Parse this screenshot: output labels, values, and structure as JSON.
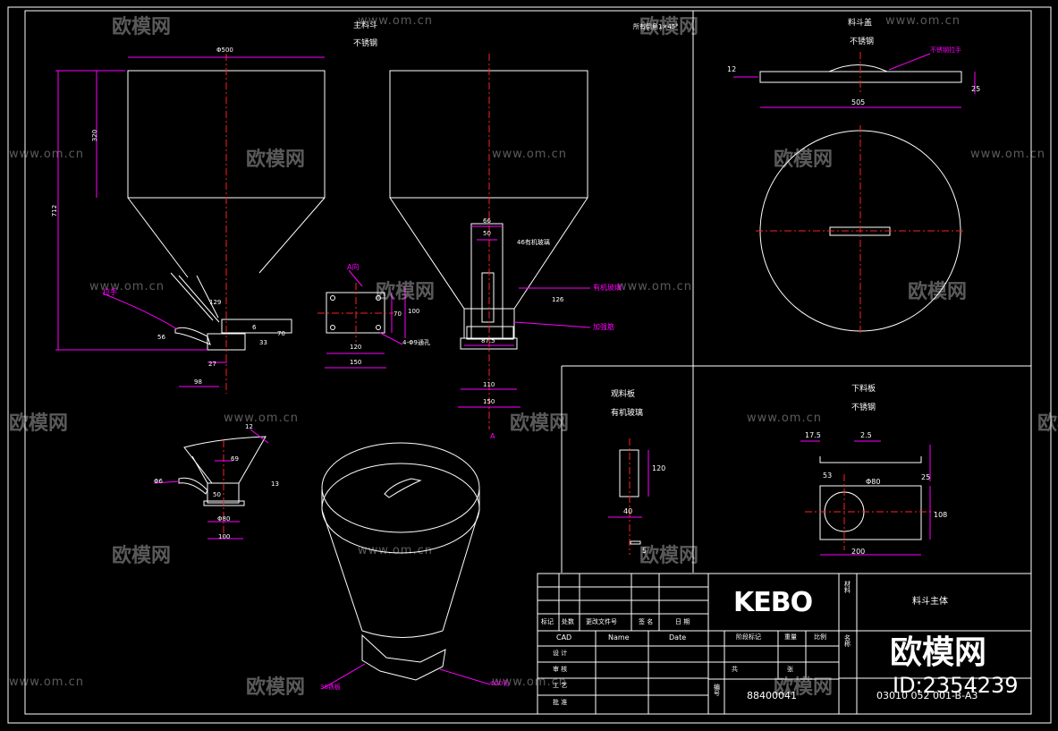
{
  "drawing": {
    "main_view": {
      "title": "主料斗",
      "material": "不锈钢",
      "dim_top": "Φ500",
      "dim_height_upper": "320",
      "dim_total_height": "712",
      "dim_129": "129",
      "dim_6": "6",
      "dim_70": "70",
      "dim_33": "33",
      "dim_56": "56",
      "dim_27": "27",
      "dim_98": "98",
      "handle_label": "拉手",
      "chamfer_note": "所有倒角1×45°"
    },
    "side_view": {
      "dim_66": "66",
      "dim_50": "50",
      "note_46": "46有机玻璃",
      "note_glass": "有机玻璃",
      "note_weld": "加强筋",
      "dim_126": "126",
      "dim_875": "87.5",
      "dim_110": "110",
      "dim_150": "150",
      "section_a": "A"
    },
    "view_a": {
      "title": "A向",
      "dim_120": "120",
      "dim_150": "150",
      "dim_70": "70",
      "dim_100": "100",
      "hole_note": "4-Φ9通孔"
    },
    "funnel_detail": {
      "dim_12": "12",
      "dim_69": "69",
      "dim_6": "Φ6",
      "dim_50": "50",
      "dim_13": "13",
      "dim_80": "Φ80",
      "dim_100": "100"
    },
    "lid": {
      "title": "料斗盖",
      "material": "不锈钢",
      "dim_12": "12",
      "handle_note": "不锈钢拉手",
      "dim_25": "25",
      "dim_505": "505"
    },
    "sight_plate": {
      "title": "观料板",
      "material": "有机玻璃",
      "dim_120": "120",
      "dim_40": "40",
      "dim_5": "5"
    },
    "bottom_plate": {
      "title": "下料板",
      "material": "不锈钢",
      "dim_175": "17.5",
      "dim_25a": "2.5",
      "dim_25b": "25",
      "dim_53": "53",
      "dim_80": "Φ80",
      "dim_108": "108",
      "dim_200": "200"
    },
    "iso_view": {
      "note_1": "36铁板",
      "note_2": "Φ20孔"
    }
  },
  "title_block": {
    "brand": "KEBO",
    "part_name": "料斗主体",
    "drawing_no": "88400041",
    "code": "03010 052 001-B-A3",
    "headers": {
      "mark": "标记",
      "count": "处数",
      "file": "更改文件号",
      "sign": "签 名",
      "date": "日 期",
      "cad": "CAD",
      "name": "Name",
      "date_en": "Date",
      "stage": "阶段标记",
      "weight": "重量",
      "scale": "比例",
      "design": "设 计",
      "check": "审 核",
      "process": "工 艺",
      "approve": "批 准",
      "sheets_total": "共",
      "sheets": "张",
      "material_col": "材料",
      "name_col": "名称",
      "code_col": "编号"
    }
  },
  "watermark": {
    "cn": "欧模网",
    "url": "www.om.cn",
    "big": "欧模网",
    "id": "ID:2354239"
  }
}
